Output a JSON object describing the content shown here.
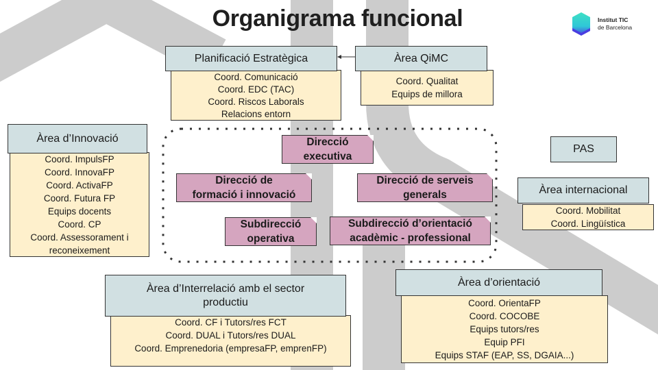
{
  "slide": {
    "title": "Organigrama funcional",
    "logo": {
      "icon": "hexagon-logo-icon",
      "line1": "Institut TIC",
      "line2": "de Barcelona",
      "gradient_top": "#3fe0c4",
      "gradient_bottom": "#4a3de0"
    }
  },
  "colors": {
    "header_fill": "#d1e0e2",
    "list_fill": "#fef0cc",
    "direction_fill": "#d5a5bf",
    "background_shapes": "#cccccc",
    "border": "#333333"
  },
  "areas": {
    "planificacio": {
      "title": "Planificació Estratègica",
      "items": [
        "Coord. Comunicació",
        "Coord. EDC (TAC)",
        "Coord. Riscos Laborals",
        "Relacions entorn"
      ]
    },
    "qimc": {
      "title": "Àrea QiMC",
      "items": [
        "Coord. Qualitat",
        "Equips de millora"
      ]
    },
    "innovacio": {
      "title": "Àrea d’Innovació",
      "items": [
        "Coord. ImpulsFP",
        "Coord. InnovaFP",
        "Coord. ActivaFP",
        "Coord. Futura FP",
        "Equips docents",
        "Coord. CP",
        "Coord. Assessorament i",
        "reconeixement"
      ]
    },
    "pas": {
      "title": "PAS"
    },
    "internacional": {
      "title": "Àrea internacional",
      "items": [
        "Coord. Mobilitat",
        "Coord. Lingüística"
      ]
    },
    "interrelacio": {
      "title_line1": "Àrea d’Interrelació amb el sector",
      "title_line2": "productiu",
      "items": [
        "Coord. CF i Tutors/res FCT",
        "Coord. DUAL i Tutors/res DUAL",
        "Coord. Emprenedoria (empresaFP, emprenFP)"
      ]
    },
    "orientacio": {
      "title": "Àrea d’orientació",
      "items": [
        "Coord. OrientaFP",
        "Coord. COCOBE",
        "Equips tutors/res",
        "Equip PFI",
        "Equips STAF (EAP, SS, DGAIA...)"
      ]
    }
  },
  "direction": {
    "executiva": [
      "Direcció",
      "executiva"
    ],
    "formacio": [
      "Direcció de",
      "formació i innovació"
    ],
    "serveis": [
      "Direcció de serveis",
      "generals"
    ],
    "operativa": [
      "Subdirecció",
      "operativa"
    ],
    "orientacio": [
      "Subdirecció d’orientació",
      "acadèmic - professional"
    ]
  },
  "connectors": [
    {
      "from": "Àrea QiMC",
      "to": "Planificació Estratègica",
      "type": "arrow"
    }
  ]
}
